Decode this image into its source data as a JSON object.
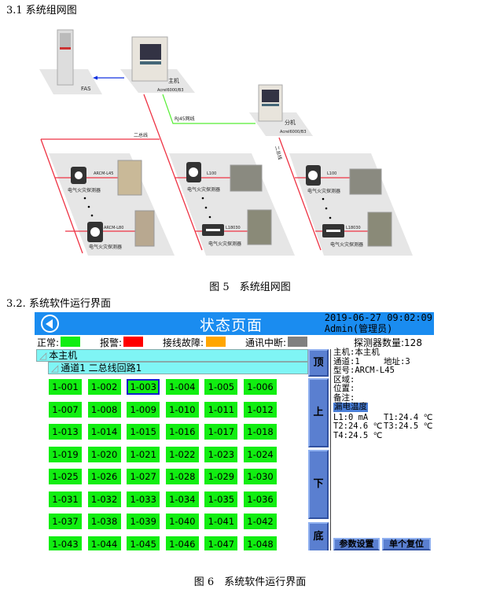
{
  "section1": "3.1 系统组网图",
  "diagram": {
    "fas": "FAS",
    "host": "主机",
    "host_model": "Acrel6000/B3",
    "rj45": "RJ45网线",
    "sub": "分机",
    "sub_model": "Acrel6000/B3",
    "bus": "二总线",
    "bus2": "二总线",
    "detector": "电气火灾探测器",
    "left_top": "ARCM-L45",
    "left_bottom": "ARCM-L80",
    "mid_top": "L100",
    "mid_bottom": "L18030",
    "right_top": "L100",
    "right_bottom": "L18030"
  },
  "caption5": "图 5　系统组网图",
  "section2": "3.2.  系统软件运行界面",
  "ui": {
    "title": "状态页面",
    "datetime": "2019-06-27 09:02:09",
    "user": "Admin(管理员)",
    "legend": {
      "normal": "正常:",
      "alarm": "报警:",
      "fault": "接线故障:",
      "comm": "通讯中断:",
      "count": "探测器数量:128"
    },
    "colors": {
      "normal": "#11ee11",
      "alarm": "#ff0000",
      "fault": "#ffa500",
      "comm": "#808080",
      "header": "#1a8cf0"
    },
    "tree": {
      "host": "本主机",
      "channel": "通道1  二总线回路1"
    },
    "selected": "1-003",
    "cells": [
      "1-001",
      "1-002",
      "1-003",
      "1-004",
      "1-005",
      "1-006",
      "1-007",
      "1-008",
      "1-009",
      "1-010",
      "1-011",
      "1-012",
      "1-013",
      "1-014",
      "1-015",
      "1-016",
      "1-017",
      "1-018",
      "1-019",
      "1-020",
      "1-021",
      "1-022",
      "1-023",
      "1-024",
      "1-025",
      "1-026",
      "1-027",
      "1-028",
      "1-029",
      "1-030",
      "1-031",
      "1-032",
      "1-033",
      "1-034",
      "1-035",
      "1-036",
      "1-037",
      "1-038",
      "1-039",
      "1-040",
      "1-041",
      "1-042",
      "1-043",
      "1-044",
      "1-045",
      "1-046",
      "1-047",
      "1-048"
    ],
    "nav": {
      "top": "顶",
      "up": "上",
      "down": "下",
      "bottom": "底"
    },
    "info": {
      "host": "主机:本主机",
      "channel": "通道:1",
      "addr": "地址:3",
      "model": "型号:ARCM-L45",
      "area": "区域:",
      "pos": "位置:",
      "note": "备注:",
      "section": "漏电温度",
      "l1": "L1:0 mA",
      "t1": "T1:24.4 ℃",
      "t2": "T2:24.6 ℃",
      "t3": "T3:24.5 ℃",
      "t4": "T4:24.5 ℃"
    },
    "buttons": {
      "params": "参数设置",
      "reset": "单个复位"
    }
  },
  "caption6": "图 6　系统软件运行界面"
}
